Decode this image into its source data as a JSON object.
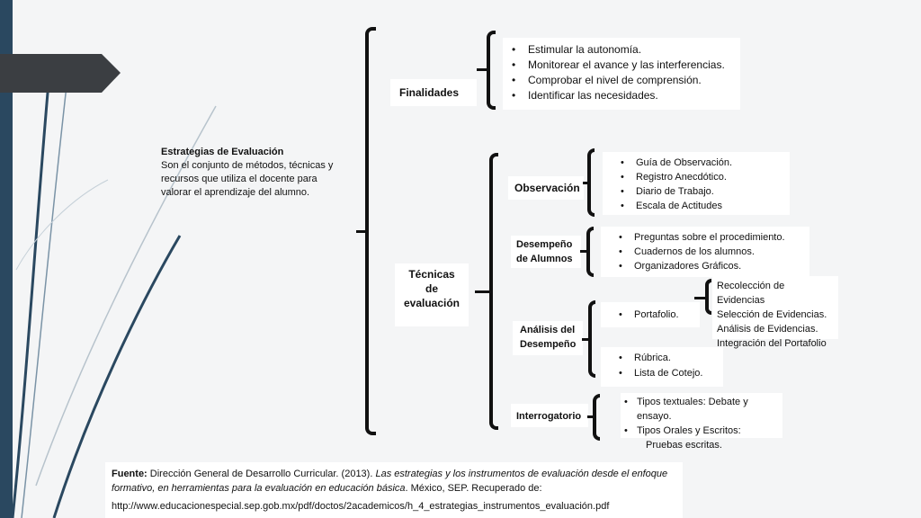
{
  "root": {
    "title": "Estrategias de Evaluación",
    "description": "Son el conjunto de métodos, técnicas y recursos que utiliza el docente para valorar el aprendizaje del alumno."
  },
  "finalidades": {
    "label": "Finalidades",
    "items": [
      "Estimular la autonomía.",
      "Monitorear el avance y las interferencias.",
      "Comprobar el nivel de comprensión.",
      "Identificar las necesidades."
    ]
  },
  "tecnicas": {
    "label_line1": "Técnicas",
    "label_line2": "de",
    "label_line3": "evaluación",
    "observacion": {
      "label": "Observación",
      "items": [
        "Guía de Observación.",
        "Registro Anecdótico.",
        "Diario de Trabajo.",
        "Escala de Actitudes"
      ]
    },
    "desempeno": {
      "label_line1": "Desempeño",
      "label_line2": "de Alumnos",
      "items": [
        "Preguntas sobre el procedimiento.",
        "Cuadernos de los alumnos.",
        "Organizadores Gráficos."
      ]
    },
    "analisis": {
      "label_line1": "Análisis del",
      "label_line2": "Desempeño",
      "portafolio": "Portafolio.",
      "portafolio_items": [
        "Recolección de Evidencias",
        "Selección de Evidencias.",
        "Análisis de Evidencias.",
        "Integración del Portafolio"
      ],
      "items": [
        "Rúbrica.",
        "Lista de Cotejo."
      ]
    },
    "interrogatorio": {
      "label": "Interrogatorio",
      "items": [
        "Tipos textuales: Debate y ensayo.",
        "Tipos Orales y Escritos:"
      ],
      "extra": "Pruebas escritas."
    }
  },
  "footer": {
    "bold": "Fuente:",
    "text1": " Dirección General de  Desarrollo Curricular. (2013). ",
    "italic": "Las estrategias y los instrumentos de evaluación desde el enfoque formativo, en herramientas para la evaluación en educación básica",
    "text2": ". México, SEP.      Recuperado de:",
    "url": "http://www.educacionespecial.sep.gob.mx/pdf/doctos/2academicos/h_4_estrategias_instrumentos_evaluación.pdf"
  }
}
